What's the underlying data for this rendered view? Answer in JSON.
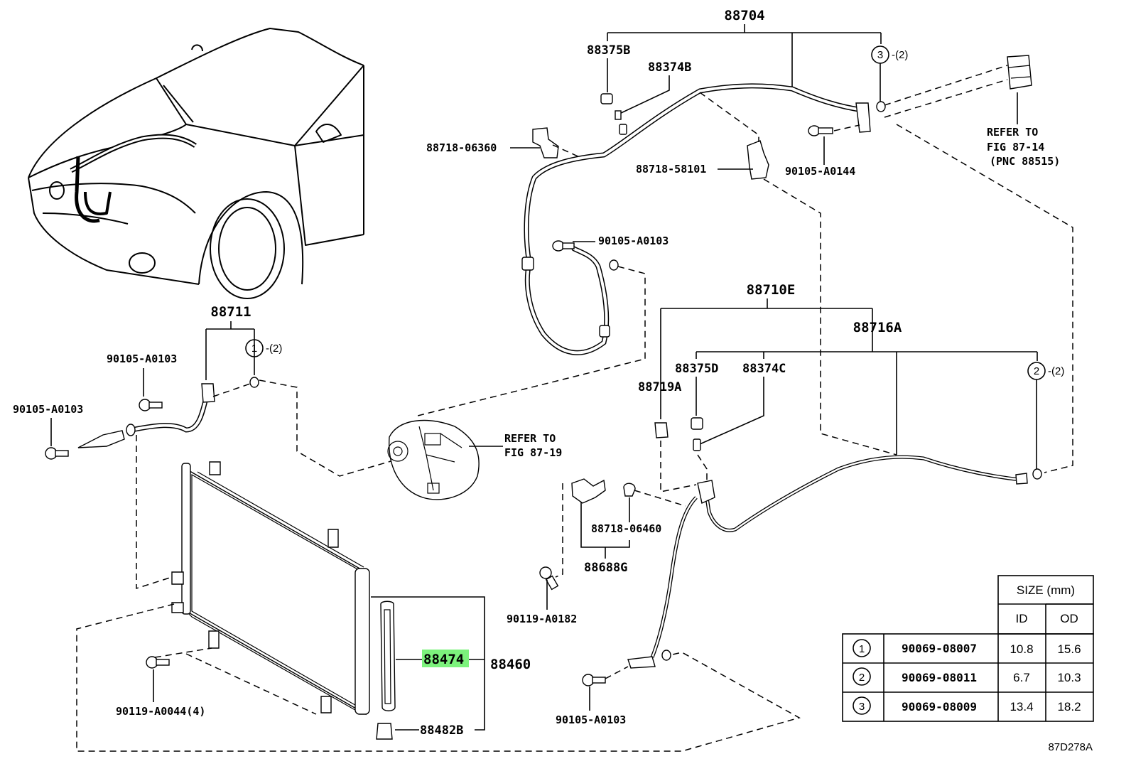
{
  "diagram_code": "87D278A",
  "parts": {
    "p88704": "88704",
    "p88375B": "88375B",
    "p88374B": "88374B",
    "p88718_06360": "88718-06360",
    "p88718_58101": "88718-58101",
    "p90105_A0144": "90105-A0144",
    "p90105_A0103_top": "90105-A0103",
    "p88711": "88711",
    "p90105_A0103_left1": "90105-A0103",
    "p90105_A0103_left2": "90105-A0103",
    "p88710E": "88710E",
    "p88716A": "88716A",
    "p88375D": "88375D",
    "p88374C": "88374C",
    "p88719A": "88719A",
    "p88718_06460": "88718-06460",
    "p88688G": "88688G",
    "p90119_A0182": "90119-A0182",
    "p90119_A0044": "90119-A0044(4)",
    "p88474": "88474",
    "p88460": "88460",
    "p88482B": "88482B",
    "p90105_A0103_bottom": "90105-A0103"
  },
  "refs": {
    "ref_87_14_line1": "REFER TO",
    "ref_87_14_line2": "FIG 87-14",
    "ref_87_14_line3": "(PNC 88515)",
    "ref_87_19_line1": "REFER TO",
    "ref_87_19_line2": "FIG 87-19"
  },
  "callouts": {
    "c1_num": "1",
    "c1_qty": "-(2)",
    "c2_num": "2",
    "c2_qty": "-(2)",
    "c3_num": "3",
    "c3_qty": "-(2)"
  },
  "size_table": {
    "header": "SIZE (mm)",
    "col_id": "ID",
    "col_od": "OD",
    "rows": [
      {
        "num": "1",
        "part": "90069-08007",
        "id": "10.8",
        "od": "15.6"
      },
      {
        "num": "2",
        "part": "90069-08011",
        "id": "6.7",
        "od": "10.3"
      },
      {
        "num": "3",
        "part": "90069-08009",
        "id": "13.4",
        "od": "18.2"
      }
    ]
  },
  "colors": {
    "highlight": "#7cf27c",
    "ink": "#000000",
    "paper": "#ffffff"
  }
}
